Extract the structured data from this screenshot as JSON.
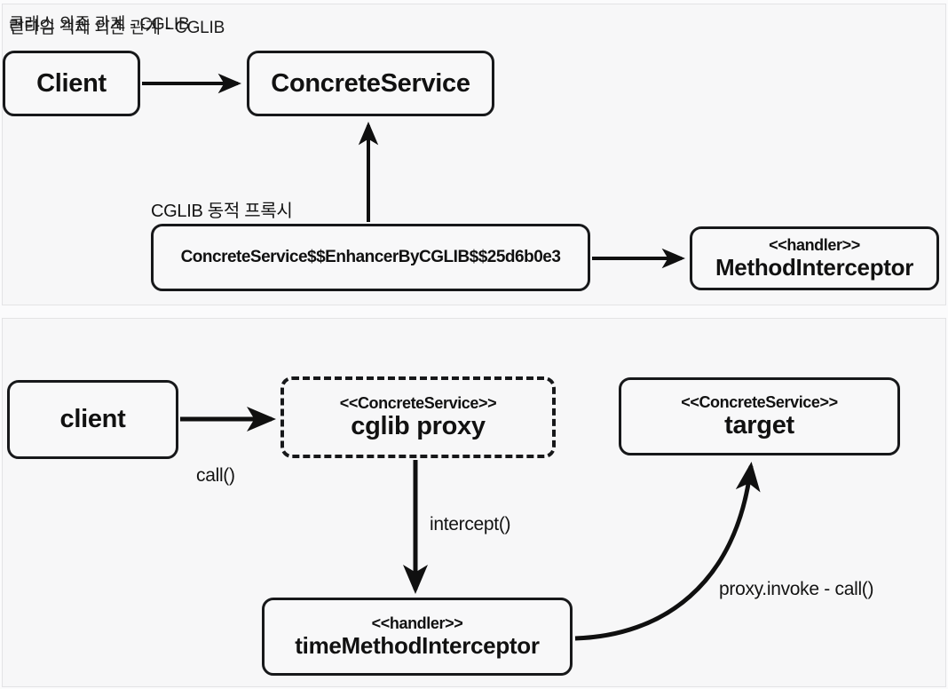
{
  "panels": [
    {
      "id": "class-dependency",
      "title": "클래스 의존 관계 - CGLIB",
      "nodes": [
        {
          "id": "client",
          "name": "Client",
          "style": "solid"
        },
        {
          "id": "concrete-service",
          "name": "ConcreteService",
          "style": "solid"
        },
        {
          "id": "enhancer",
          "name": "ConcreteService$$EnhancerByCGLIB$$25d6b0e3",
          "style": "solid"
        },
        {
          "id": "method-interceptor",
          "stereotype": "<<handler>>",
          "name": "MethodInterceptor",
          "style": "solid"
        }
      ],
      "annotations": [
        {
          "id": "cglib-dynamic-proxy",
          "text": "CGLIB 동적 프록시"
        }
      ],
      "edges": [
        {
          "from": "client",
          "to": "concrete-service",
          "label": "",
          "kind": "arrow"
        },
        {
          "from": "enhancer",
          "to": "concrete-service",
          "label": "",
          "kind": "arrow-up"
        },
        {
          "from": "enhancer",
          "to": "method-interceptor",
          "label": "",
          "kind": "arrow"
        }
      ]
    },
    {
      "id": "runtime-dependency",
      "title": "런타임 객체 의존 관계 - CGLIB",
      "nodes": [
        {
          "id": "client",
          "name": "client",
          "style": "solid"
        },
        {
          "id": "cglib-proxy",
          "stereotype": "<<ConcreteService>>",
          "name": "cglib proxy",
          "style": "dashed"
        },
        {
          "id": "target",
          "stereotype": "<<ConcreteService>>",
          "name": "target",
          "style": "solid"
        },
        {
          "id": "time-method-interceptor",
          "stereotype": "<<handler>>",
          "name": "timeMethodInterceptor",
          "style": "solid"
        }
      ],
      "edges": [
        {
          "from": "client",
          "to": "cglib-proxy",
          "label": "call()",
          "kind": "arrow"
        },
        {
          "from": "cglib-proxy",
          "to": "time-method-interceptor",
          "label": "intercept()",
          "kind": "arrow-down"
        },
        {
          "from": "time-method-interceptor",
          "to": "target",
          "label": "proxy.invoke - call()",
          "kind": "curved-arrow"
        }
      ]
    }
  ],
  "colors": {
    "page_background": "#ffffff",
    "panel_background": "#f7f7f8",
    "panel_border": "#e3e3e5",
    "node_border": "#17181a",
    "node_fill": "#f8f8f9",
    "text": "#111111",
    "arrow": "#101010"
  }
}
